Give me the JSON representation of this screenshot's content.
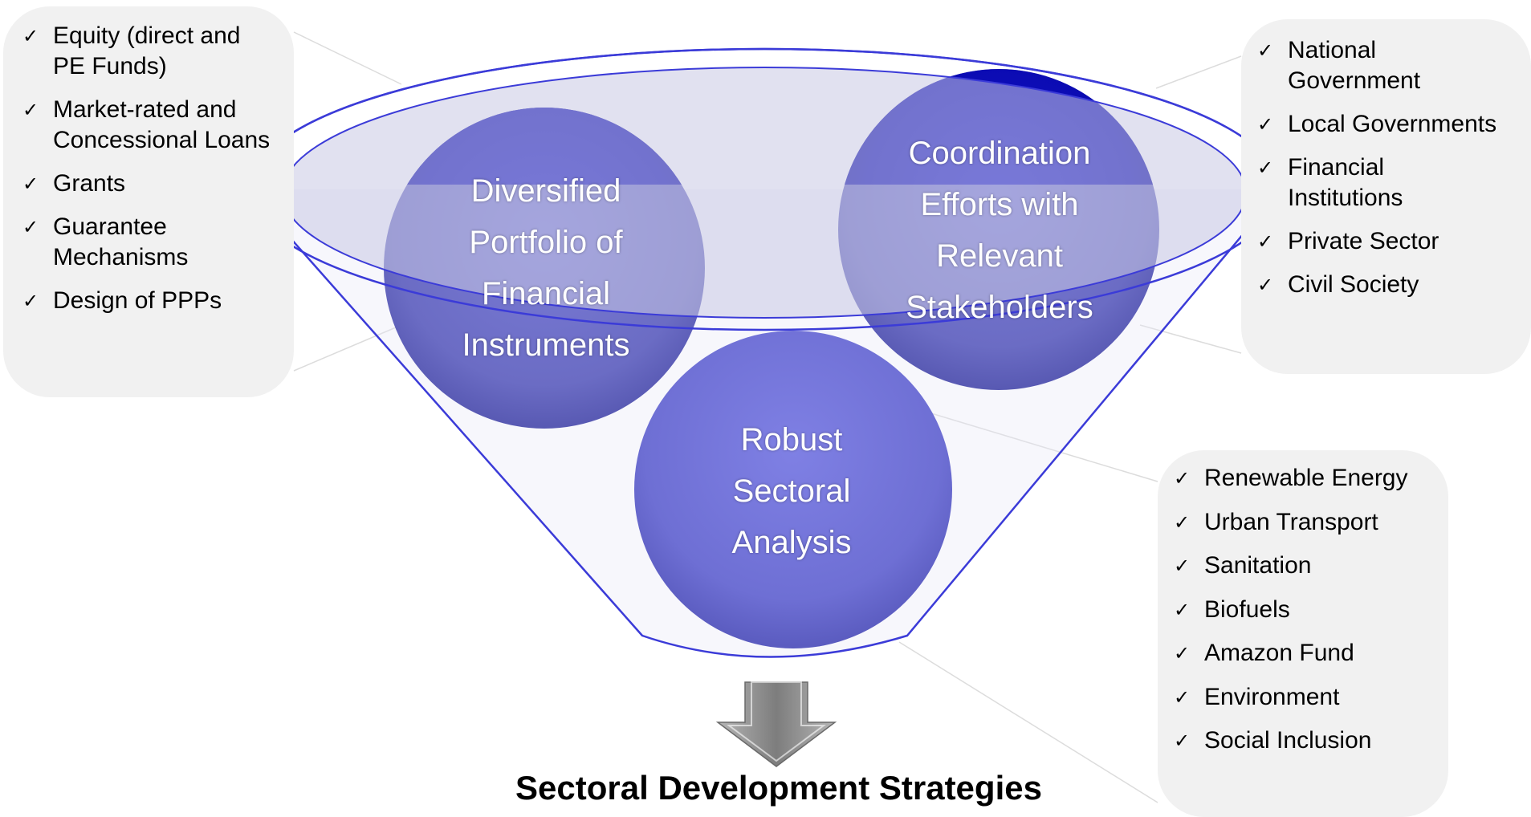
{
  "colors": {
    "funnel_outline": "#3b3bd8",
    "rim_fill": "#c9cae4",
    "circle_dark": "#0b0bb3",
    "circle_light": "#6f70c6",
    "panel_fill": "#f1f1f1",
    "arrow_fill": "#8a8a8a"
  },
  "inputs": {
    "financial_instruments": {
      "items": [
        "Equity (direct and\nPE Funds)",
        "Market-rated and\nConcessional Loans",
        "Grants",
        "Guarantee\nMechanisms",
        "Design of PPPs"
      ]
    },
    "stakeholders": {
      "items": [
        "National\nGovernment",
        "Local Governments",
        "Financial\nInstitutions",
        "Private Sector",
        "Civil Society"
      ]
    },
    "sectors": {
      "items": [
        "Renewable Energy",
        "Urban Transport",
        "Sanitation",
        "Biofuels",
        "Amazon Fund",
        "Environment",
        "Social Inclusion"
      ]
    }
  },
  "check_icon": "check-icon",
  "check_glyph": "✓",
  "circles": {
    "portfolio": "Diversified\nPortfolio of\nFinancial\nInstruments",
    "coordination": "Coordination\nEfforts with\nRelevant\nStakeholders",
    "analysis": "Robust\nSectoral\nAnalysis"
  },
  "arrow_icon": "down-arrow-icon",
  "output": {
    "title": "Sectoral Development Strategies"
  }
}
